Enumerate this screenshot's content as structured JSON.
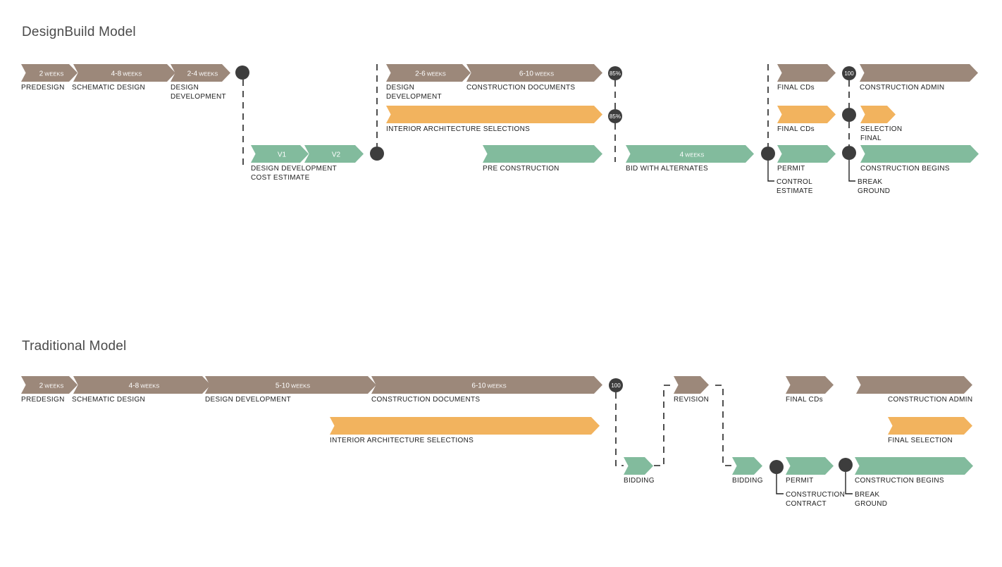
{
  "colors": {
    "design": "#9c887a",
    "interior": "#f2b35e",
    "construction": "#82bb9d",
    "milestone": "#3d3d3d",
    "line": "#222222"
  },
  "models": [
    {
      "title": "DesignBuild Model",
      "arrows": [
        {
          "track": "design",
          "dur": "2",
          "unit": "WEEKS",
          "label": [
            "PREDESIGN"
          ]
        },
        {
          "track": "design",
          "dur": "4-8",
          "unit": "WEEKS",
          "label": [
            "SCHEMATIC DESIGN"
          ]
        },
        {
          "track": "design",
          "dur": "2-4",
          "unit": "WEEKS",
          "label": [
            "DESIGN",
            "DEVELOPMENT"
          ]
        },
        {
          "track": "construction",
          "dur": "V1",
          "unit": "",
          "label": [
            "DESIGN DEVELOPMENT",
            "COST ESTIMATE"
          ]
        },
        {
          "track": "construction",
          "dur": "V2",
          "unit": "",
          "label": []
        },
        {
          "track": "design",
          "dur": "2-6",
          "unit": "WEEKS",
          "label": [
            "DESIGN",
            "DEVELOPMENT"
          ]
        },
        {
          "track": "design",
          "dur": "6-10",
          "unit": "WEEKS",
          "label": [
            "CONSTRUCTION DOCUMENTS"
          ]
        },
        {
          "track": "interior",
          "dur": "",
          "unit": "",
          "label": [
            "INTERIOR ARCHITECTURE SELECTIONS"
          ]
        },
        {
          "track": "construction",
          "dur": "",
          "unit": "",
          "label": [
            "PRE CONSTRUCTION"
          ]
        },
        {
          "track": "construction",
          "dur": "4",
          "unit": "WEEKS",
          "label": [
            "BID WITH ALTERNATES"
          ]
        },
        {
          "track": "design",
          "dur": "",
          "unit": "",
          "label": [
            "FINAL CDs"
          ]
        },
        {
          "track": "design",
          "dur": "",
          "unit": "",
          "label": [
            "CONSTRUCTION ADMIN"
          ]
        },
        {
          "track": "interior",
          "dur": "",
          "unit": "",
          "label": [
            "FINAL CDs"
          ]
        },
        {
          "track": "interior",
          "dur": "",
          "unit": "",
          "label": [
            "SELECTION",
            "FINAL"
          ]
        },
        {
          "track": "construction",
          "dur": "",
          "unit": "",
          "label": [
            "PERMIT"
          ]
        },
        {
          "track": "construction",
          "dur": "",
          "unit": "",
          "label": [
            "CONSTRUCTION BEGINS"
          ]
        }
      ],
      "milestones": [
        "",
        "",
        "85%",
        "85%",
        "",
        "100",
        "",
        "",
        ""
      ],
      "notes": [
        [
          "CONTROL",
          "ESTIMATE"
        ],
        [
          "BREAK",
          "GROUND"
        ]
      ]
    },
    {
      "title": "Traditional Model",
      "arrows": [
        {
          "track": "design",
          "dur": "2",
          "unit": "WEEKS",
          "label": [
            "PREDESIGN"
          ]
        },
        {
          "track": "design",
          "dur": "4-8",
          "unit": "WEEKS",
          "label": [
            "SCHEMATIC DESIGN"
          ]
        },
        {
          "track": "design",
          "dur": "5-10",
          "unit": "WEEKS",
          "label": [
            "DESIGN  DEVELOPMENT"
          ]
        },
        {
          "track": "design",
          "dur": "6-10",
          "unit": "WEEKS",
          "label": [
            "CONSTRUCTION DOCUMENTS"
          ]
        },
        {
          "track": "interior",
          "dur": "",
          "unit": "",
          "label": [
            "INTERIOR ARCHITECTURE SELECTIONS"
          ]
        },
        {
          "track": "construction",
          "dur": "",
          "unit": "",
          "label": [
            "BIDDING"
          ]
        },
        {
          "track": "design",
          "dur": "",
          "unit": "",
          "label": [
            "REVISION"
          ]
        },
        {
          "track": "construction",
          "dur": "",
          "unit": "",
          "label": [
            "BIDDING"
          ]
        },
        {
          "track": "design",
          "dur": "",
          "unit": "",
          "label": [
            "FINAL CDs"
          ]
        },
        {
          "track": "design",
          "dur": "",
          "unit": "",
          "label": [
            "CONSTRUCTION ADMIN"
          ]
        },
        {
          "track": "interior",
          "dur": "",
          "unit": "",
          "label": [
            "FINAL SELECTION"
          ]
        },
        {
          "track": "construction",
          "dur": "",
          "unit": "",
          "label": [
            "PERMIT"
          ]
        },
        {
          "track": "construction",
          "dur": "",
          "unit": "",
          "label": [
            "CONSTRUCTION BEGINS"
          ]
        }
      ],
      "milestones": [
        "100",
        "",
        ""
      ],
      "notes": [
        [
          "CONSTRUCTION",
          "CONTRACT"
        ],
        [
          "BREAK",
          "GROUND"
        ]
      ]
    }
  ]
}
